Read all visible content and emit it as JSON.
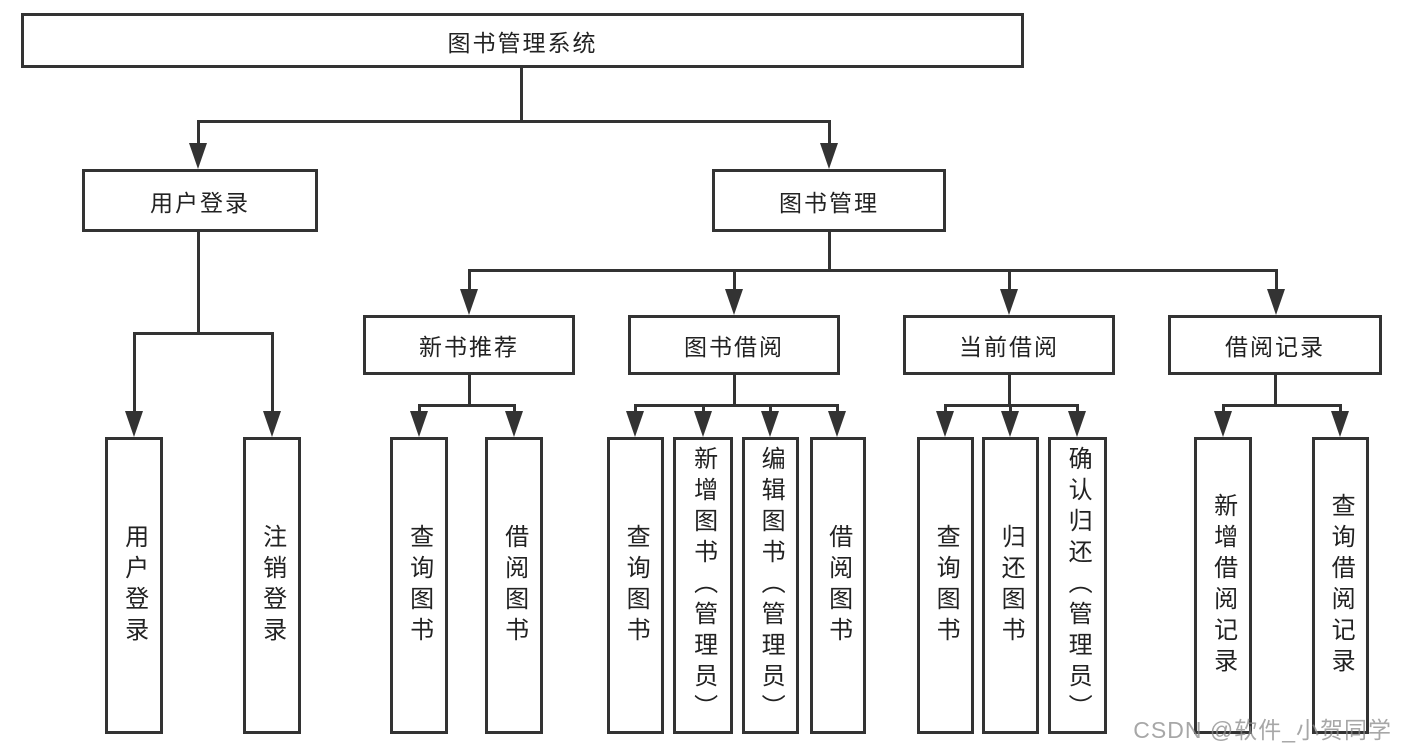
{
  "diagram_title": "图书管理系统",
  "tree": {
    "root": {
      "label": "图书管理系统"
    },
    "level2": [
      {
        "label": "用户登录",
        "parent": "图书管理系统"
      },
      {
        "label": "图书管理",
        "parent": "图书管理系统"
      }
    ],
    "level3": [
      {
        "label": "新书推荐",
        "parent": "图书管理"
      },
      {
        "label": "图书借阅",
        "parent": "图书管理"
      },
      {
        "label": "当前借阅",
        "parent": "图书管理"
      },
      {
        "label": "借阅记录",
        "parent": "图书管理"
      }
    ],
    "leaves": [
      {
        "label": "用户登录",
        "parent": "用户登录"
      },
      {
        "label": "注销登录",
        "parent": "用户登录"
      },
      {
        "label": "查询图书",
        "parent": "新书推荐"
      },
      {
        "label": "借阅图书",
        "parent": "新书推荐"
      },
      {
        "label": "查询图书",
        "parent": "图书借阅"
      },
      {
        "label": "新增图书（管理员）",
        "parent": "图书借阅"
      },
      {
        "label": "编辑图书（管理员）",
        "parent": "图书借阅"
      },
      {
        "label": "借阅图书",
        "parent": "图书借阅"
      },
      {
        "label": "查询图书",
        "parent": "当前借阅"
      },
      {
        "label": "归还图书",
        "parent": "当前借阅"
      },
      {
        "label": "确认归还（管理员）",
        "parent": "当前借阅"
      },
      {
        "label": "新增借阅记录",
        "parent": "借阅记录"
      },
      {
        "label": "查询借阅记录",
        "parent": "借阅记录"
      }
    ]
  },
  "watermark": {
    "text": "CSDN @软件_小贺同学"
  },
  "colors": {
    "line": "#333333",
    "text": "#222222",
    "watermark": "#8a8a8a",
    "background": "#ffffff"
  }
}
